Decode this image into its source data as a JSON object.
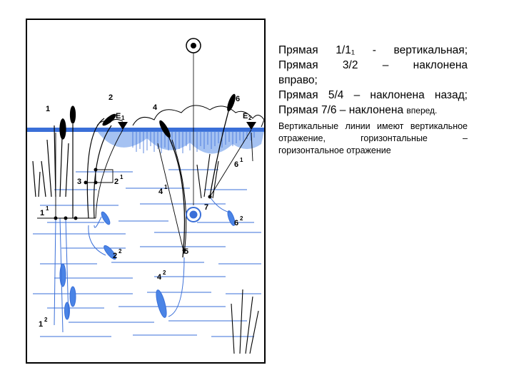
{
  "caption": {
    "lines": [
      "Прямая   1/1₁  - вертикальная;",
      "Прямая   3/2   –   наклонена",
      "вправо;",
      "Прямая 5/4 – наклонена назад;",
      "Прямая 7/6 – наклонена"
    ],
    "last_line_tail": "вперед.",
    "paragraph": "Вертикальные линии имеют вертикальное отражение, горизонтальные – горизонтальное отражение"
  },
  "figure": {
    "labels": {
      "p1": "1",
      "p2": "2",
      "p3": "3",
      "p4": "4",
      "p5": "5",
      "p6": "6",
      "p7": "7",
      "p11": "1",
      "p11_sub": "1",
      "p12": "1",
      "p12_sub": "2",
      "p21": "2",
      "p21_sub": "1",
      "p22": "2",
      "p22_sub": "2",
      "p41": "4",
      "p41_sub": "1",
      "p42": "4",
      "p42_sub": "2",
      "p61": "6",
      "p61_sub": "1",
      "p62": "6",
      "p62_sub": "2",
      "e1": "E",
      "e1_sub": "1",
      "e2": "E",
      "e2_sub": "2"
    },
    "colors": {
      "frame": "#000000",
      "line": "#000000",
      "water": "#3a6fd8",
      "reflection": "#4a84e6"
    }
  }
}
